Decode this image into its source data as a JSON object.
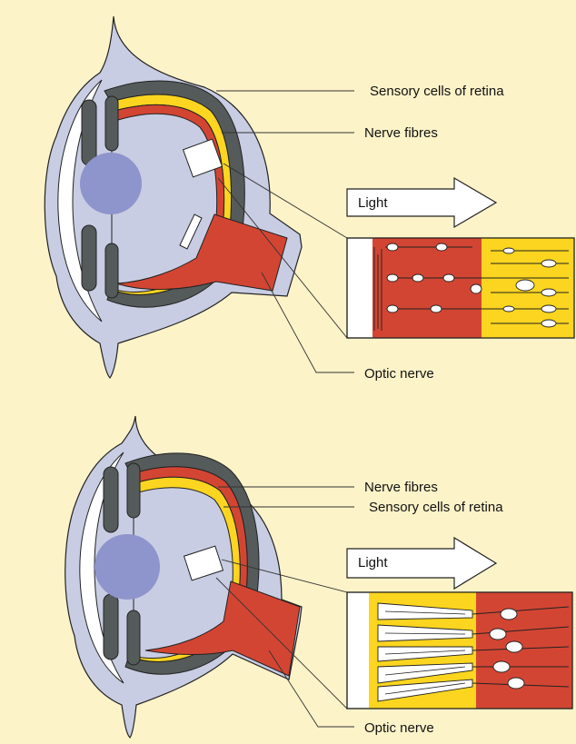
{
  "colors": {
    "background": "#fdf3c9",
    "sclera": "#c8cde3",
    "lens": "#8e94cc",
    "retina_outer": "#555b5a",
    "sensory_layer": "#fbd51f",
    "nerve_layer": "#d34533",
    "line": "#222222"
  },
  "icons": {
    "light_arrow": "right-arrow-outline"
  },
  "top_panel": {
    "label_sensory": "Sensory cells of retina",
    "label_nerve_fibres": "Nerve fibres",
    "label_light": "Light",
    "label_optic_nerve": "Optic nerve"
  },
  "bottom_panel": {
    "label_nerve_fibres": "Nerve fibres",
    "label_sensory": "Sensory cells of retina",
    "label_light": "Light",
    "label_optic_nerve": "Optic nerve"
  }
}
